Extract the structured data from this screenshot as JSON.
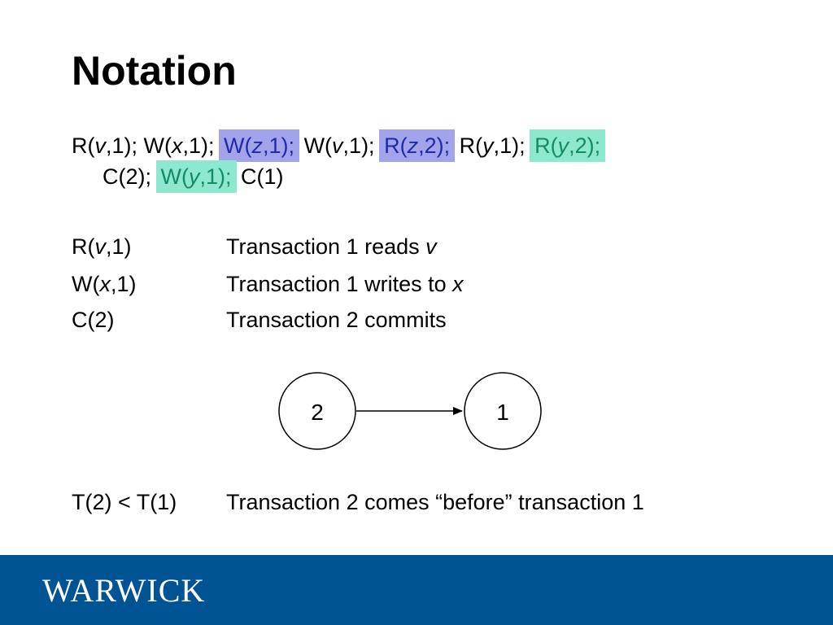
{
  "slide": {
    "title": "Notation"
  },
  "schedule": {
    "line1": [
      {
        "pre": "R(",
        "var": "v",
        "post": ",1);",
        "hl": ""
      },
      {
        "pre": "W(",
        "var": "x",
        "post": ",1);",
        "hl": ""
      },
      {
        "pre": "W(",
        "var": "z",
        "post": ",1);",
        "hl": "purple"
      },
      {
        "pre": "W(",
        "var": "v",
        "post": ",1);",
        "hl": ""
      },
      {
        "pre": "R(",
        "var": "z",
        "post": ",2);",
        "hl": "purple"
      },
      {
        "pre": "R(",
        "var": "y",
        "post": ",1);",
        "hl": ""
      },
      {
        "pre": "R(",
        "var": "y",
        "post": ",2);",
        "hl": "green"
      }
    ],
    "line2": [
      {
        "pre": "C(2);",
        "var": "",
        "post": "",
        "hl": ""
      },
      {
        "pre": "W(",
        "var": "y",
        "post": ",1);",
        "hl": "green"
      },
      {
        "pre": "C(1)",
        "var": "",
        "post": "",
        "hl": ""
      }
    ]
  },
  "definitions": [
    {
      "term_pre": "R(",
      "term_var": "v",
      "term_post": ",1)",
      "text": "Transaction 1 reads ",
      "text_var": "v"
    },
    {
      "term_pre": "W(",
      "term_var": "x",
      "term_post": ",1)",
      "text": "Transaction 1 writes to ",
      "text_var": "x"
    },
    {
      "term_pre": "C(2)",
      "term_var": "",
      "term_post": "",
      "text": "Transaction 2 commits",
      "text_var": ""
    }
  ],
  "graph": {
    "nodes": [
      {
        "id": "node-2",
        "label": "2"
      },
      {
        "id": "node-1",
        "label": "1"
      }
    ],
    "edge": {
      "from": "2",
      "to": "1"
    }
  },
  "ordering": {
    "term": "T(2) < T(1)",
    "text": "Transaction 2 comes “before” transaction 1"
  },
  "footer": {
    "logo_text": "WARWICK",
    "color": "#005494"
  },
  "colors": {
    "purple_highlight": "#a3a3ec",
    "green_highlight": "#8ee8cf",
    "purple_text": "#1e2ba6",
    "green_text": "#138b63"
  }
}
